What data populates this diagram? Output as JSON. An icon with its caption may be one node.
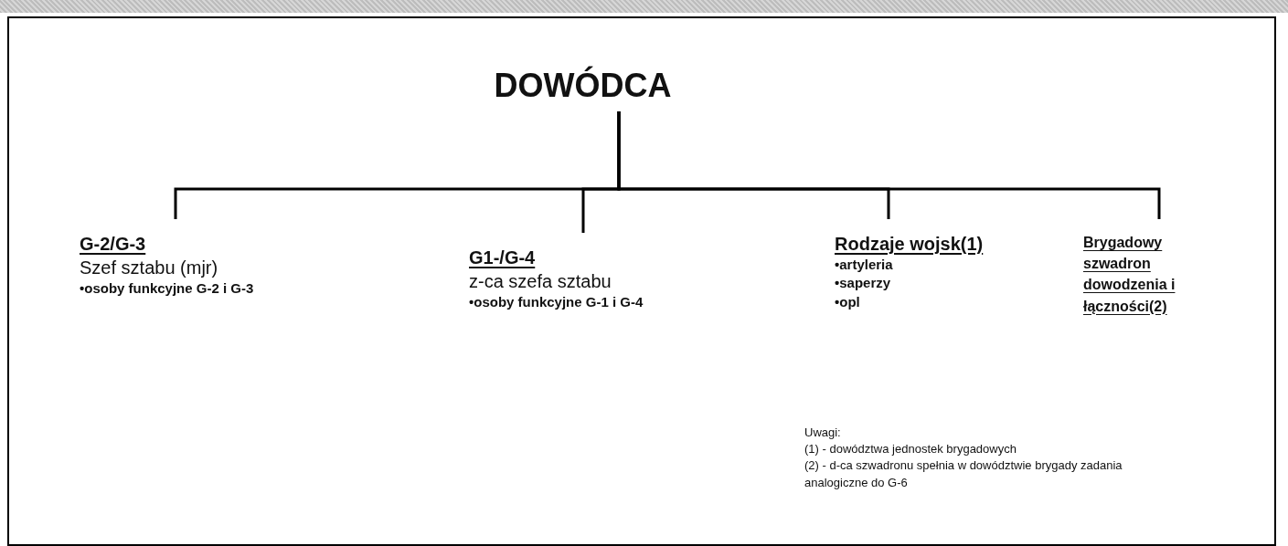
{
  "diagram": {
    "nodes": [
      {
        "text": [
          "DOWÓDCA"
        ]
      },
      {
        "text": [
          "G-2/G-3",
          "Szef sztabu (mjr)",
          "•osoby funkcyjne G-2 i G-3"
        ]
      },
      {
        "text": [
          "G1-/G-4",
          "z-ca szefa sztabu",
          "•osoby funkcyjne G-1 i G-4"
        ]
      },
      {
        "text": [
          "Rodzaje wojsk(1)",
          "•artyleria",
          "•saperzy",
          "•opl"
        ]
      },
      {
        "text": [
          "Brygadowy szwadron dowodzenia i łączności(2)"
        ]
      }
    ],
    "edges": [
      {
        "from": 0,
        "to": 1,
        "arrow": "none"
      },
      {
        "from": 0,
        "to": 2,
        "arrow": "none"
      },
      {
        "from": 0,
        "to": 3,
        "arrow": "none"
      },
      {
        "from": 0,
        "to": 4,
        "arrow": "none"
      }
    ],
    "labels": [
      "Uwagi:",
      "(1) - dowództwa jednostek brygadowych",
      "(2) - d-ca szwadronu spełnia w dowództwie brygady zadania analogiczne do G-6"
    ]
  }
}
